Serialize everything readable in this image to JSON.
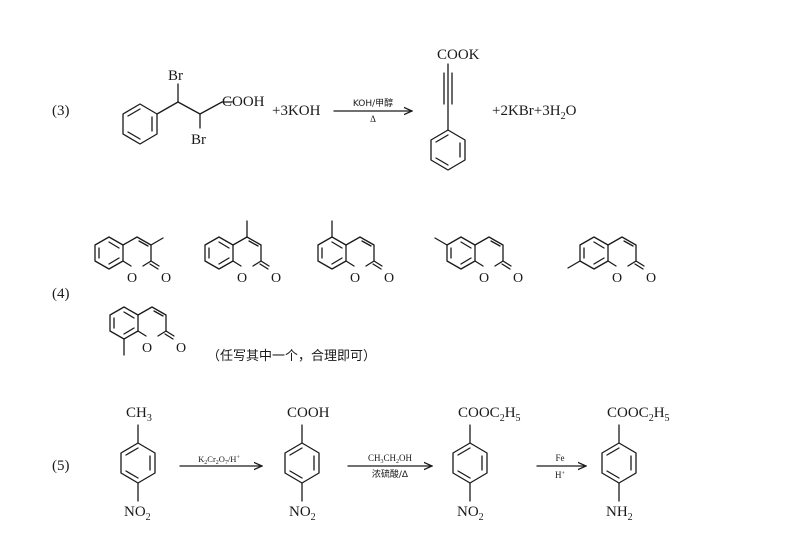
{
  "part3": {
    "label": "(3)",
    "reactant_br_top": "Br",
    "reactant_br_bottom": "Br",
    "reactant_cooh": "COOH",
    "reagent": "+3KOH",
    "arrow_top": "KOH/甲醇",
    "arrow_bottom": "Δ",
    "product_cook": "COOK",
    "byproducts_pre": "+2KBr+3H",
    "byproducts_sub": "2",
    "byproducts_post": "O"
  },
  "part4": {
    "label": "(4)",
    "o_label": "O",
    "note": "（任写其中一个，合理即可）"
  },
  "part5": {
    "label": "(5)",
    "s1_top_pre": "CH",
    "s1_top_sub": "3",
    "s1_bottom_pre": "NO",
    "s1_bottom_sub": "2",
    "arrow1_pre": "K",
    "arrow1_sub1": "2",
    "arrow1_mid": "Cr",
    "arrow1_sub2": "2",
    "arrow1_mid2": "O",
    "arrow1_sub3": "7",
    "arrow1_post": "/H",
    "arrow1_sup": "+",
    "s2_top": "COOH",
    "s2_bottom_pre": "NO",
    "s2_bottom_sub": "2",
    "arrow2_top_a": "CH",
    "arrow2_top_sub1": "3",
    "arrow2_top_b": "CH",
    "arrow2_top_sub2": "2",
    "arrow2_top_c": "OH",
    "arrow2_bottom": "浓硫酸/Δ",
    "s3_top_pre": "COOC",
    "s3_top_sub1": "2",
    "s3_top_mid": "H",
    "s3_top_sub2": "5",
    "s3_bottom_pre": "NO",
    "s3_bottom_sub": "2",
    "arrow3_top": "Fe",
    "arrow3_bottom": "H",
    "arrow3_sup": "+",
    "s4_top_pre": "COOC",
    "s4_top_sub1": "2",
    "s4_top_mid": "H",
    "s4_top_sub2": "5",
    "s4_bottom_pre": "NH",
    "s4_bottom_sub": "2"
  }
}
